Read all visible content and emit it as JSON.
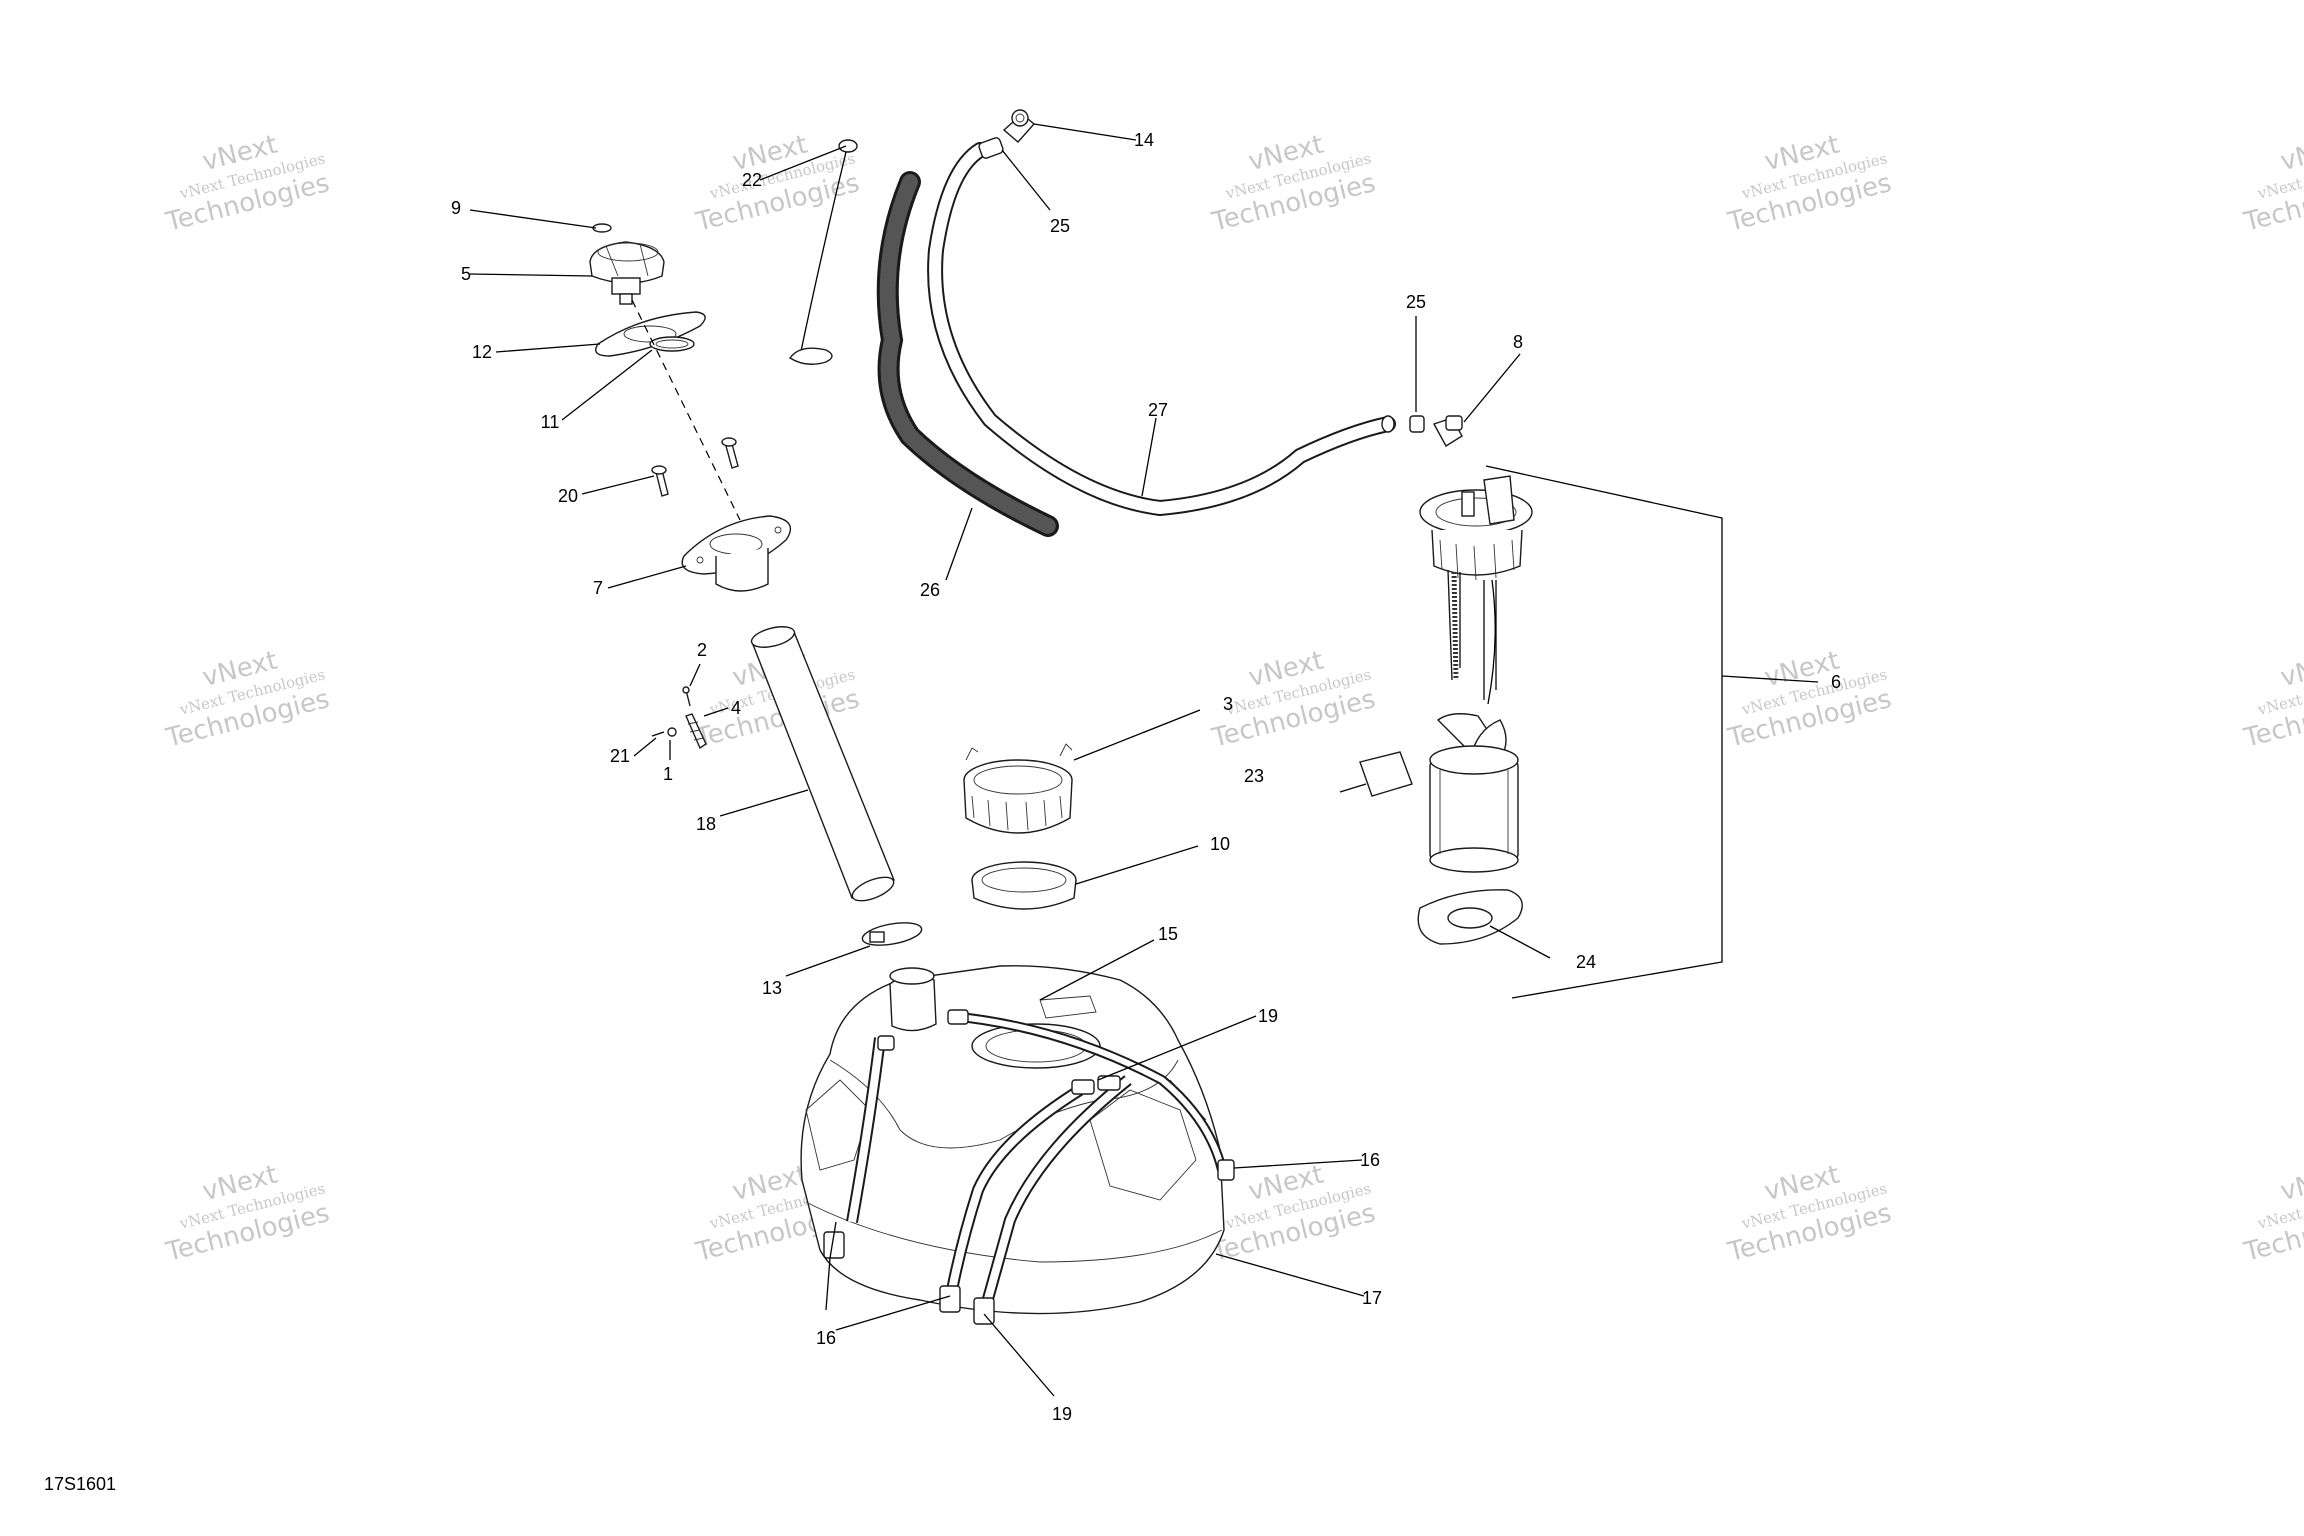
{
  "figure_id": "17S1601",
  "watermark": {
    "brand": "vNext",
    "company": "vNext Technologies",
    "word": "Technologies"
  },
  "callouts": {
    "c1": "1",
    "c2": "2",
    "c3": "3",
    "c4": "4",
    "c5": "5",
    "c6": "6",
    "c7": "7",
    "c8": "8",
    "c9": "9",
    "c10": "10",
    "c11": "11",
    "c12": "12",
    "c13": "13",
    "c14": "14",
    "c15": "15",
    "c16a": "16",
    "c16b": "16",
    "c17": "17",
    "c18": "18",
    "c19a": "19",
    "c19b": "19",
    "c20": "20",
    "c21": "21",
    "c22": "22",
    "c23": "23",
    "c24": "24",
    "c25a": "25",
    "c25b": "25",
    "c26": "26",
    "c27": "27"
  }
}
